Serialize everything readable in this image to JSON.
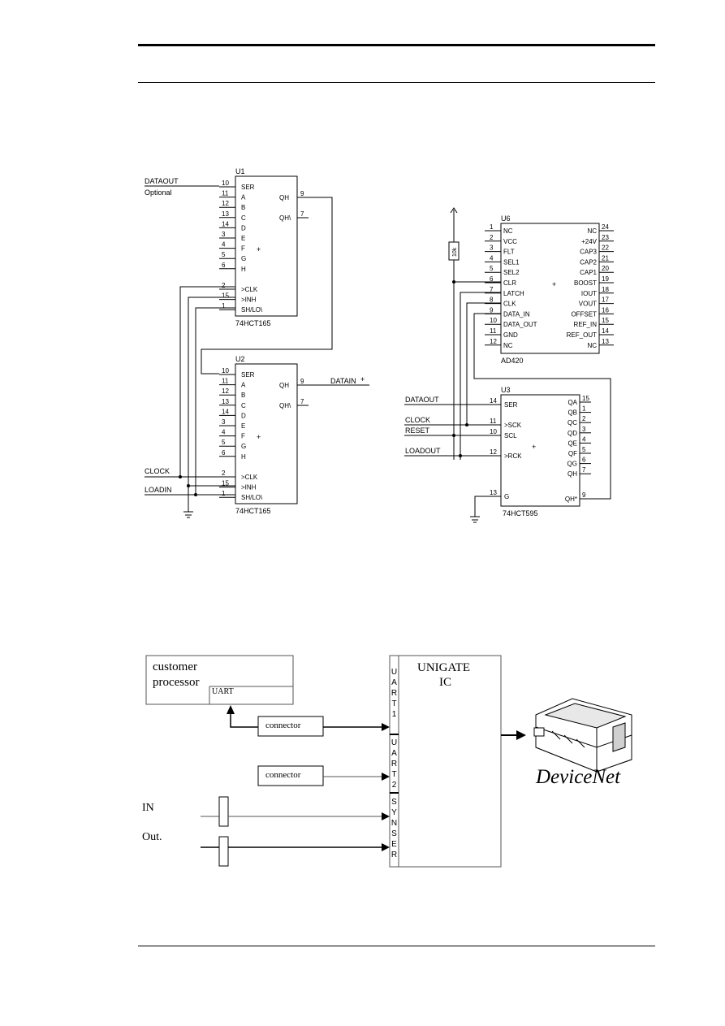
{
  "schematic": {
    "u1": {
      "ref": "U1",
      "part": "74HCT165",
      "inputs": [
        {
          "pin": "10",
          "name": "SER"
        },
        {
          "pin": "11",
          "name": "A"
        },
        {
          "pin": "12",
          "name": "B"
        },
        {
          "pin": "13",
          "name": "C"
        },
        {
          "pin": "14",
          "name": "D"
        },
        {
          "pin": "3",
          "name": "E"
        },
        {
          "pin": "4",
          "name": "F"
        },
        {
          "pin": "5",
          "name": "G"
        },
        {
          "pin": "6",
          "name": "H"
        },
        {
          "pin": "2",
          "name": ">CLK"
        },
        {
          "pin": "15",
          "name": ">INH"
        },
        {
          "pin": "1",
          "name": "SH/LO\\"
        }
      ],
      "outputs": [
        {
          "pin": "9",
          "name": "QH"
        },
        {
          "pin": "7",
          "name": "QH\\"
        }
      ]
    },
    "u2": {
      "ref": "U2",
      "part": "74HCT165",
      "inputs": [
        {
          "pin": "10",
          "name": "SER"
        },
        {
          "pin": "11",
          "name": "A"
        },
        {
          "pin": "12",
          "name": "B"
        },
        {
          "pin": "13",
          "name": "C"
        },
        {
          "pin": "14",
          "name": "D"
        },
        {
          "pin": "3",
          "name": "E"
        },
        {
          "pin": "4",
          "name": "F"
        },
        {
          "pin": "5",
          "name": "G"
        },
        {
          "pin": "6",
          "name": "H"
        },
        {
          "pin": "2",
          "name": ">CLK"
        },
        {
          "pin": "15",
          "name": ">INH"
        },
        {
          "pin": "1",
          "name": "SH/LO\\"
        }
      ],
      "outputs": [
        {
          "pin": "9",
          "name": "QH"
        },
        {
          "pin": "7",
          "name": "QH\\"
        }
      ]
    },
    "u6": {
      "ref": "U6",
      "part": "AD420",
      "left": [
        {
          "pin": "1",
          "name": "NC"
        },
        {
          "pin": "2",
          "name": "VCC"
        },
        {
          "pin": "3",
          "name": "FLT"
        },
        {
          "pin": "4",
          "name": "SEL1"
        },
        {
          "pin": "5",
          "name": "SEL2"
        },
        {
          "pin": "6",
          "name": "CLR"
        },
        {
          "pin": "7",
          "name": "LATCH"
        },
        {
          "pin": "8",
          "name": "CLK"
        },
        {
          "pin": "9",
          "name": "DATA_IN"
        },
        {
          "pin": "10",
          "name": "DATA_OUT"
        },
        {
          "pin": "11",
          "name": "GND"
        },
        {
          "pin": "12",
          "name": "NC"
        }
      ],
      "right": [
        {
          "pin": "24",
          "name": "NC"
        },
        {
          "pin": "23",
          "name": "+24V"
        },
        {
          "pin": "22",
          "name": "CAP3"
        },
        {
          "pin": "21",
          "name": "CAP2"
        },
        {
          "pin": "20",
          "name": "CAP1"
        },
        {
          "pin": "19",
          "name": "BOOST"
        },
        {
          "pin": "18",
          "name": "IOUT"
        },
        {
          "pin": "17",
          "name": "VOUT"
        },
        {
          "pin": "16",
          "name": "OFFSET"
        },
        {
          "pin": "15",
          "name": "REF_IN"
        },
        {
          "pin": "14",
          "name": "REF_OUT"
        },
        {
          "pin": "13",
          "name": "NC"
        }
      ],
      "resistor": "10k"
    },
    "u3": {
      "ref": "U3",
      "part": "74HCT595",
      "left": [
        {
          "pin": "14",
          "name": "SER"
        },
        {
          "pin": "11",
          "name": ">SCK"
        },
        {
          "pin": "10",
          "name": "SCL"
        },
        {
          "pin": "12",
          "name": ">RCK"
        },
        {
          "pin": "13",
          "name": "G"
        }
      ],
      "right": [
        {
          "pin": "15",
          "name": "QA"
        },
        {
          "pin": "1",
          "name": "QB"
        },
        {
          "pin": "2",
          "name": "QC"
        },
        {
          "pin": "3",
          "name": "QD"
        },
        {
          "pin": "4",
          "name": "QE"
        },
        {
          "pin": "5",
          "name": "QF"
        },
        {
          "pin": "6",
          "name": "QG"
        },
        {
          "pin": "7",
          "name": "QH"
        },
        {
          "pin": "9",
          "name": "QH*"
        }
      ]
    },
    "plus": "+",
    "nets": {
      "dataout_left": "DATAOUT",
      "optional": "Optional",
      "datain": "DATAIN",
      "clock_left": "CLOCK",
      "loadin": "LOADIN",
      "dataout_right": "DATAOUT",
      "clock_right": "CLOCK",
      "reset": "RESET",
      "loadout": "LOADOUT"
    }
  },
  "block_diagram": {
    "customer_line1": "customer",
    "customer_line2": "processor",
    "uart": "UART",
    "unigate_line1": "UNIGATE",
    "unigate_line2": "IC",
    "connector1": "connector",
    "connector2": "connector",
    "uart1_letters": [
      "U",
      "A",
      "R",
      "T",
      "1"
    ],
    "uart2_letters": [
      "U",
      "A",
      "R",
      "T",
      "2"
    ],
    "synser_letters": [
      "S",
      "Y",
      "N",
      "S",
      "E",
      "R"
    ],
    "in_label": "IN",
    "out_label": "Out.",
    "devicenet": "DeviceNet"
  }
}
